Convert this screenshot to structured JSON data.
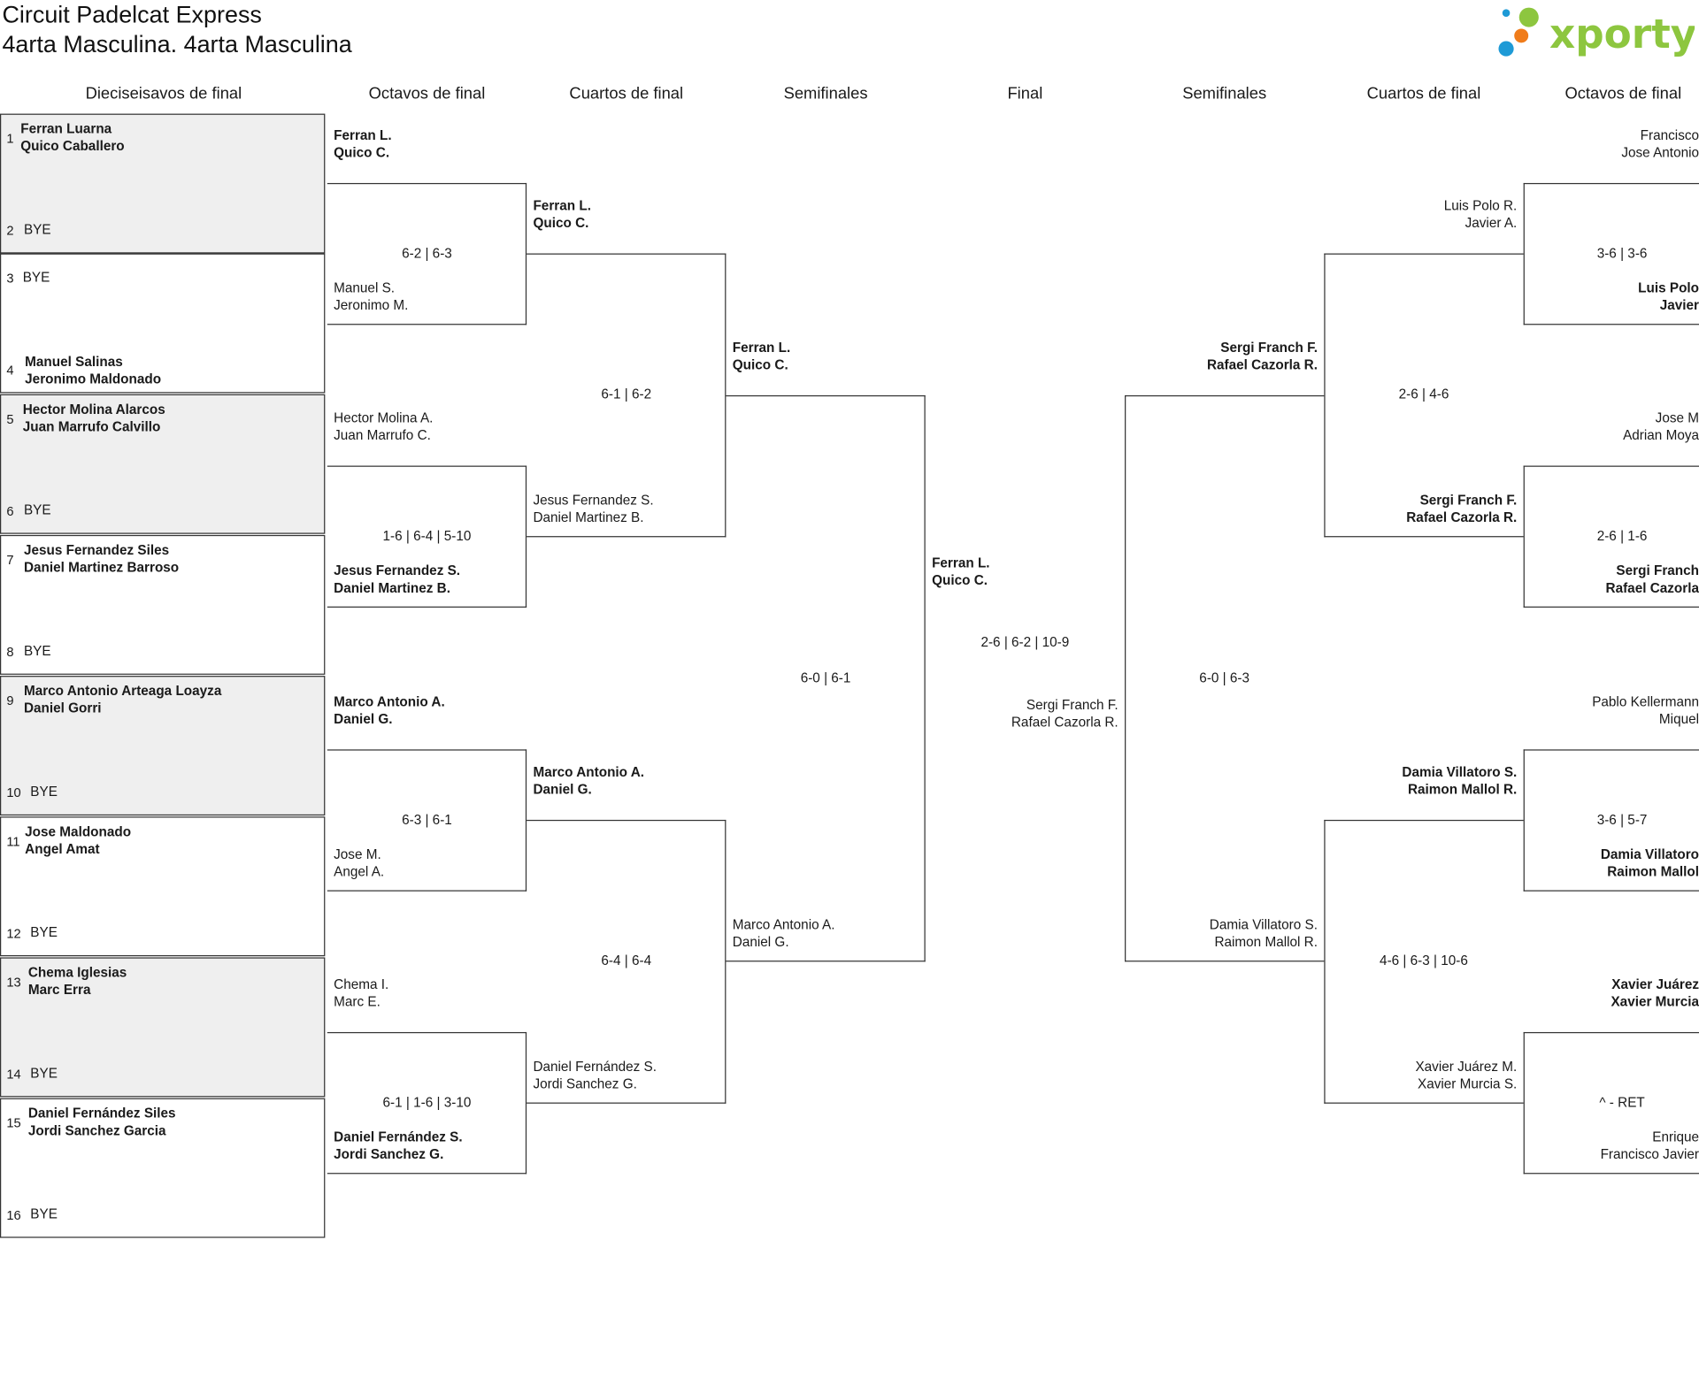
{
  "title": {
    "line1": "Circuit Padelcat Express",
    "line2": "4arta Masculina. 4arta Masculina"
  },
  "logo": {
    "text": "xporty",
    "accent": "#8dc63f",
    "dot_colors": [
      "#1e9ad6",
      "#f07c1a",
      "#8dc63f"
    ]
  },
  "headers": {
    "r32": "Dieciseisavos de final",
    "r16_left": "Octavos de final",
    "qf_left": "Cuartos de final",
    "sf_left": "Semifinales",
    "final": "Final",
    "sf_right": "Semifinales",
    "qf_right": "Cuartos de final",
    "r16_right": "Octavos de final"
  },
  "first_round": [
    {
      "num1": "1",
      "team1": [
        "Ferran Luarna",
        "Quico Caballero"
      ],
      "num2": "2",
      "team2": "BYE"
    },
    {
      "num1": "3",
      "team1": "BYE",
      "num2": "4",
      "team2": [
        "Manuel Salinas",
        "Jeronimo Maldonado"
      ]
    },
    {
      "num1": "5",
      "team1": [
        "Hector Molina Alarcos",
        "Juan Marrufo Calvillo"
      ],
      "num2": "6",
      "team2": "BYE"
    },
    {
      "num1": "7",
      "team1": [
        "Jesus Fernandez Siles",
        "Daniel Martinez Barroso"
      ],
      "num2": "8",
      "team2": "BYE"
    },
    {
      "num1": "9",
      "team1": [
        "Marco Antonio Arteaga Loayza",
        "Daniel Gorri"
      ],
      "num2": "10",
      "team2": "BYE"
    },
    {
      "num1": "11",
      "team1": [
        "Jose Maldonado",
        "Angel Amat"
      ],
      "num2": "12",
      "team2": "BYE"
    },
    {
      "num1": "13",
      "team1": [
        "Chema Iglesias",
        "Marc Erra"
      ],
      "num2": "14",
      "team2": "BYE"
    },
    {
      "num1": "15",
      "team1": [
        "Daniel Fernández Siles",
        "Jordi Sanchez Garcia"
      ],
      "num2": "16",
      "team2": "BYE"
    }
  ],
  "r16_left": [
    {
      "top": [
        "Ferran L.",
        "Quico C."
      ],
      "top_win": true,
      "score": "6-2 | 6-3",
      "bottom": [
        "Manuel S.",
        "Jeronimo M."
      ],
      "bottom_win": false
    },
    {
      "top": [
        "Hector Molina A.",
        "Juan Marrufo C."
      ],
      "top_win": false,
      "score": "1-6 | 6-4 | 5-10",
      "bottom": [
        "Jesus Fernandez S.",
        "Daniel Martinez B."
      ],
      "bottom_win": true
    },
    {
      "top": [
        "Marco Antonio A.",
        "Daniel G."
      ],
      "top_win": true,
      "score": "6-3 | 6-1",
      "bottom": [
        "Jose M.",
        "Angel A."
      ],
      "bottom_win": false
    },
    {
      "top": [
        "Chema I.",
        "Marc E."
      ],
      "top_win": false,
      "score": "6-1 | 1-6 | 3-10",
      "bottom": [
        "Daniel Fernández S.",
        "Jordi Sanchez G."
      ],
      "bottom_win": true
    }
  ],
  "qf_left": [
    {
      "top": [
        "Ferran L.",
        "Quico C."
      ],
      "top_win": true,
      "score": "6-1 | 6-2",
      "bottom": [
        "Jesus Fernandez S.",
        "Daniel Martinez B."
      ],
      "bottom_win": false
    },
    {
      "top": [
        "Marco Antonio A.",
        "Daniel G."
      ],
      "top_win": true,
      "score": "6-4 | 6-4",
      "bottom": [
        "Daniel Fernández S.",
        "Jordi Sanchez G."
      ],
      "bottom_win": false
    }
  ],
  "sf_left": {
    "top": [
      "Ferran L.",
      "Quico C."
    ],
    "top_win": true,
    "score": "6-0 | 6-1",
    "bottom": [
      "Marco Antonio A.",
      "Daniel G."
    ],
    "bottom_win": false
  },
  "final": {
    "top": [
      "Ferran L.",
      "Quico C."
    ],
    "top_win": true,
    "score": "2-6 | 6-2 | 10-9",
    "bottom": [
      "Sergi Franch F.",
      "Rafael Cazorla R."
    ],
    "bottom_win": false
  },
  "sf_right": {
    "top": [
      "Sergi Franch F.",
      "Rafael Cazorla R."
    ],
    "top_win": true,
    "score": "6-0 | 6-3",
    "bottom": [
      "Damia Villatoro S.",
      "Raimon Mallol R."
    ],
    "bottom_win": false
  },
  "qf_right": [
    {
      "top": [
        "Luis Polo R.",
        "Javier A."
      ],
      "top_win": false,
      "score": "2-6 | 4-6",
      "bottom": [
        "Sergi Franch F.",
        "Rafael Cazorla R."
      ],
      "bottom_win": true
    },
    {
      "top": [
        "Damia Villatoro S.",
        "Raimon Mallol R."
      ],
      "top_win": true,
      "score": "4-6 | 6-3 | 10-6",
      "bottom": [
        "Xavier Juárez M.",
        "Xavier Murcia S."
      ],
      "bottom_win": false
    }
  ],
  "r16_right": [
    {
      "top": [
        "Francisco",
        "Jose Antonio"
      ],
      "top_win": false,
      "score": "3-6 | 3-6",
      "bottom": [
        "Luis Polo",
        "Javier"
      ],
      "bottom_win": true
    },
    {
      "top": [
        "Jose M",
        "Adrian Moya"
      ],
      "top_win": false,
      "score": "2-6 | 1-6",
      "bottom": [
        "Sergi Franch",
        "Rafael Cazorla"
      ],
      "bottom_win": true
    },
    {
      "top": [
        "Pablo Kellermann",
        "Miquel"
      ],
      "top_win": false,
      "score": "3-6 | 5-7",
      "bottom": [
        "Damia Villatoro",
        "Raimon Mallol"
      ],
      "bottom_win": true
    },
    {
      "top": [
        "Xavier Juárez",
        "Xavier Murcia"
      ],
      "top_win": true,
      "score": "^ - RET",
      "bottom": [
        "Enrique",
        "Francisco Javier"
      ],
      "bottom_win": false
    }
  ]
}
